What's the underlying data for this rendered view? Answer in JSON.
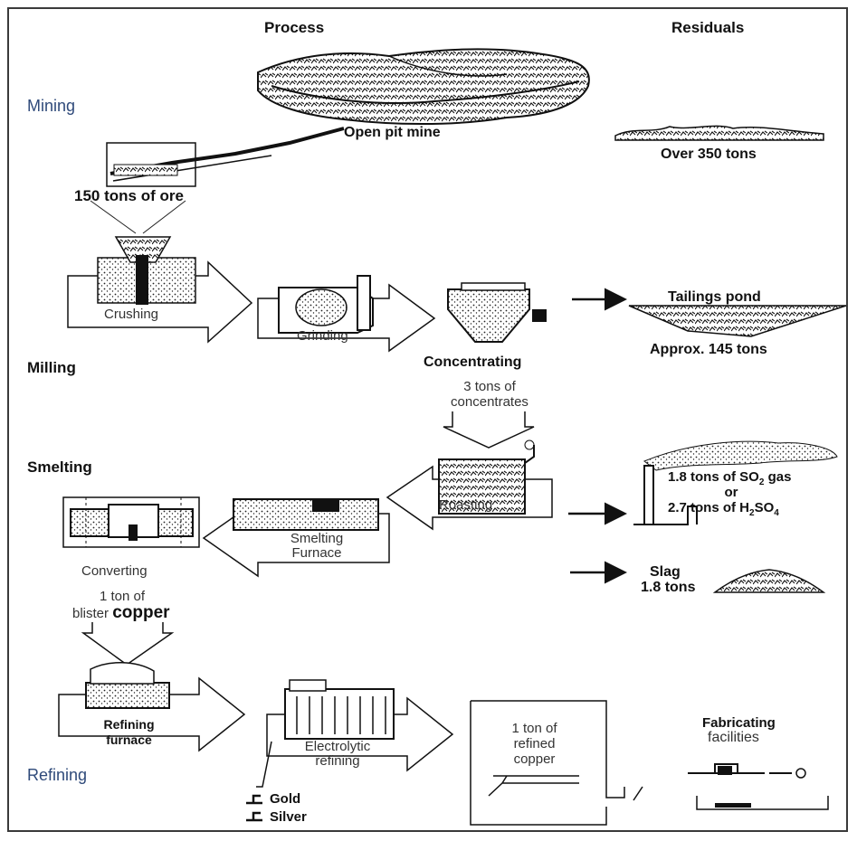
{
  "headers": {
    "process": "Process",
    "residuals": "Residuals"
  },
  "stages": {
    "mining": "Mining",
    "milling": "Milling",
    "smelting": "Smelting",
    "refining": "Refining"
  },
  "process": {
    "open_pit_mine": "Open pit mine",
    "ore": "150 tons of ore",
    "crushing": "Crushing",
    "grinding": "Grinding",
    "concentrating": "Concentrating",
    "concentrates_line1": "3 tons of",
    "concentrates_line2": "concentrates",
    "roasting": "Roasting",
    "smelting_furnace_line1": "Smelting",
    "smelting_furnace_line2": "Furnace",
    "converting": "Converting",
    "blister_line1": "1 ton of",
    "blister_line2a": "blister ",
    "blister_line2b": "copper",
    "refining_furnace_line1": "Refining",
    "refining_furnace_line2": "furnace",
    "electrolytic_line1": "Electrolytic",
    "electrolytic_line2": "refining",
    "gold": "Gold",
    "silver": "Silver",
    "refined_line1": "1 ton of",
    "refined_line2": "refined",
    "refined_line3": "copper",
    "fabricating_line1": "Fabricating",
    "fabricating_line2": "facilities"
  },
  "residuals": {
    "waste_rock": "Over 350 tons",
    "tailings_pond": "Tailings pond",
    "tailings_amount": "Approx. 145 tons",
    "so2_line1a": "1.8 tons of SO",
    "so2_sub": "2",
    "so2_line1b": " gas",
    "so2_or": "or",
    "h2so4_a": "2.7 tons of H",
    "h2so4_sub1": "2",
    "h2so4_b": "SO",
    "h2so4_sub2": "4",
    "slag_line1": "Slag",
    "slag_line2": "1.8 tons"
  }
}
